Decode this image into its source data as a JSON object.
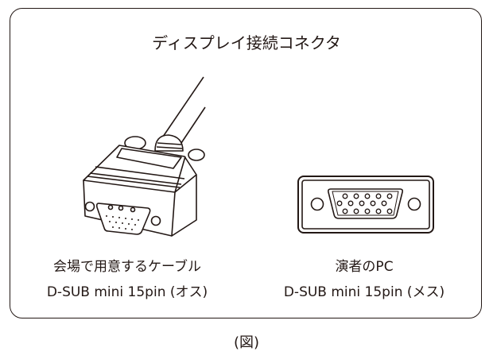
{
  "title": "ディスプレイ接続コネクタ",
  "left": {
    "line1": "会場で用意するケーブル",
    "line2": "D-SUB mini 15pin (オス)"
  },
  "right": {
    "line1": "演者のPC",
    "line2": "D-SUB mini 15pin (メス)"
  },
  "caption": "(図)",
  "colors": {
    "ink": "#231815",
    "background": "#ffffff"
  }
}
